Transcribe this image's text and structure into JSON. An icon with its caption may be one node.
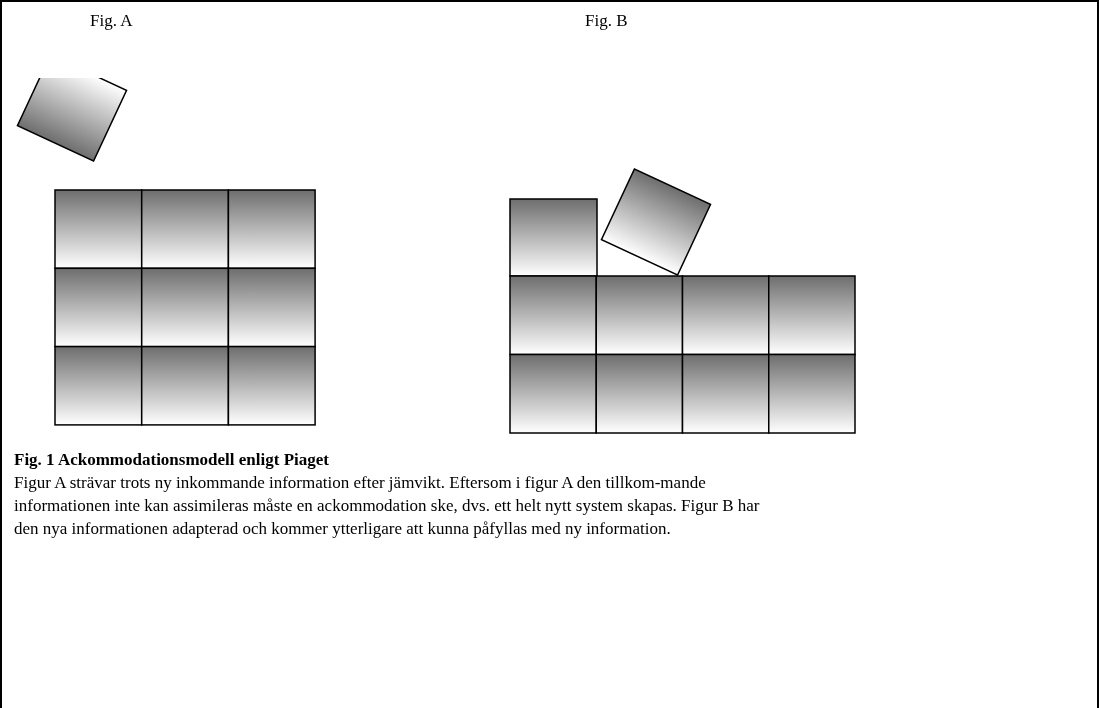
{
  "diagram": {
    "title": "Fig. 1 Ackommodationsmodell enligt Piaget",
    "caption": "Figur A strävar trots ny inkommande information efter jämvikt. Eftersom i figur A den tillkom-mande informationen inte kan assimileras måste en ackommodation ske, dvs. ett helt nytt system skapas. Figur B har den nya informationen adapterad och kommer ytterligare att kunna påfyllas med ny information.",
    "labels": [
      "Fig. A",
      "Fig. B"
    ]
  }
}
